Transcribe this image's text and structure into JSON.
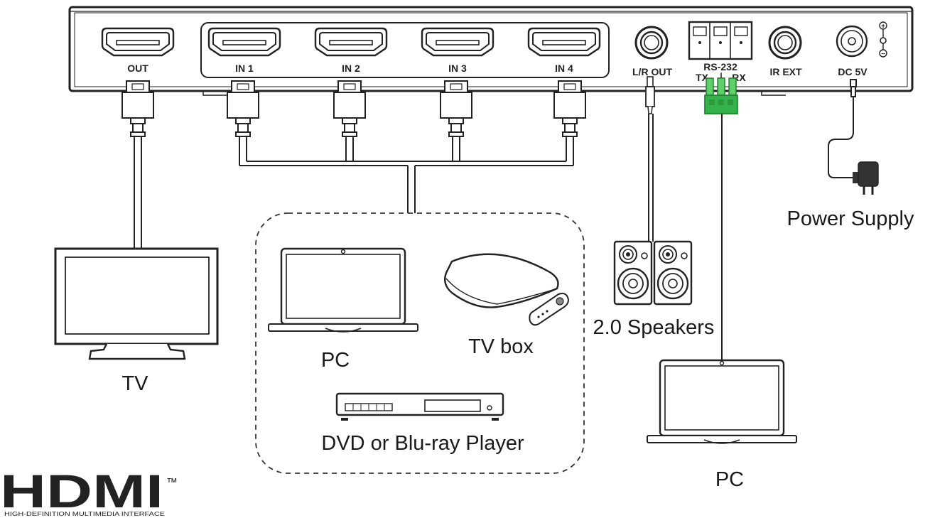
{
  "device": {
    "ports": {
      "out": "OUT",
      "in1": "IN 1",
      "in2": "IN 2",
      "in3": "IN 3",
      "in4": "IN 4",
      "lr_out": "L/R OUT",
      "rs232": "RS-232",
      "tx": "TX",
      "gnd": "⏚",
      "rx": "RX",
      "ir_ext": "IR EXT",
      "dc": "DC 5V"
    },
    "power_plus": "+",
    "power_minus": "−"
  },
  "labels": {
    "tv": "TV",
    "pc_source": "PC",
    "tv_box": "TV box",
    "dvd": "DVD or Blu-ray Player",
    "speakers": "2.0 Speakers",
    "power_supply": "Power Supply",
    "pc_control": "PC"
  },
  "logo": {
    "wordmark": "HDMI",
    "trademark": "™",
    "tagline": "HIGH-DEFINITION MULTIMEDIA INTERFACE"
  },
  "colors": {
    "line": "#222222",
    "terminal_green": "#34b34a",
    "terminal_green_dark": "#1f7a2e"
  },
  "icons": [
    "hdmi-port-icon",
    "hdmi-plug-icon",
    "audio-jack-icon",
    "terminal-block-icon",
    "dc-jack-icon",
    "power-adapter-icon",
    "tv-icon",
    "laptop-icon",
    "tv-box-icon",
    "remote-icon",
    "dvd-player-icon",
    "speaker-icon"
  ]
}
